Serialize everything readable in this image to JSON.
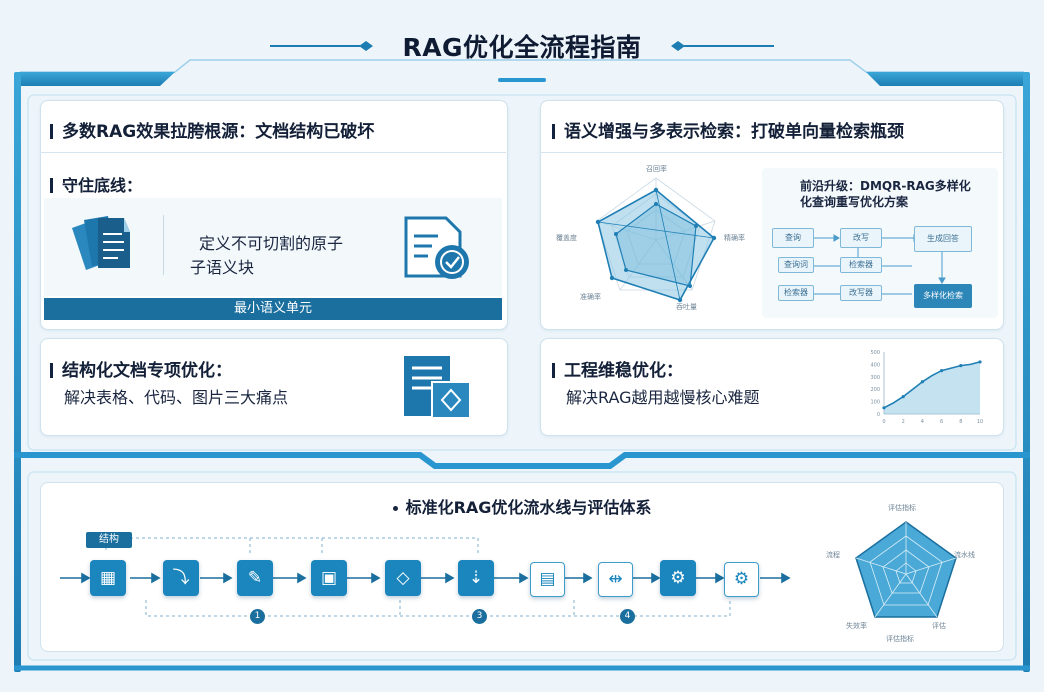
{
  "title": "RAG优化全流程指南",
  "colors": {
    "accent": "#1b86bd",
    "dark": "#0f4f78",
    "frame": "#2a9ad0"
  },
  "left_top": {
    "heading": "多数RAG效果拉胯根源：文档结构已破坏",
    "sub_heading": "守住底线：",
    "desc_line1": "定义不可切割的原子",
    "desc_line2": "子语义块",
    "bar_label": "最小语义单元"
  },
  "left_bottom": {
    "heading": "结构化文档专项优化：",
    "desc": "解决表格、代码、图片三大痛点"
  },
  "right_top": {
    "heading": "语义增强与多表示检索：打破单向量检索瓶颈",
    "flow_title_line1": "前沿升级：DMQR-RAG多样化",
    "flow_title_line2": "化查询重写优化方案",
    "boxes": [
      "查询",
      "改写",
      "查询词",
      "检索器",
      "检索器",
      "改写器",
      "生成回答",
      "多样化检索"
    ],
    "radar_labels": [
      "召回率",
      "精确率",
      "吞吐量",
      "准确率",
      "覆盖度"
    ]
  },
  "right_bottom": {
    "heading": "工程维稳优化：",
    "desc": "解决RAG越用越慢核心难题"
  },
  "chart_data": {
    "type": "line",
    "x": [
      0,
      1,
      2,
      3,
      4,
      5,
      6,
      7,
      8,
      9,
      10
    ],
    "series": [
      {
        "values": [
          0.5,
          0.9,
          1.4,
          2.0,
          2.6,
          3.1,
          3.5,
          3.7,
          3.9,
          4.0,
          4.2
        ]
      }
    ],
    "xlabel": "",
    "ylabel": "",
    "x_ticks": [
      "0",
      "2",
      "4",
      "6",
      "8",
      "10"
    ],
    "y_ticks": [
      "0",
      "100",
      "200",
      "300",
      "400",
      "500"
    ],
    "ylim": [
      0,
      5
    ],
    "grid": false
  },
  "pipeline": {
    "heading": "标准化RAG优化流水线与评估体系",
    "tag": "结构",
    "step_numbers": [
      "1",
      "3",
      "4"
    ],
    "radar_labels": [
      "评估指标",
      "流水线",
      "评估",
      "评估指标",
      "失效率",
      "流程"
    ]
  }
}
